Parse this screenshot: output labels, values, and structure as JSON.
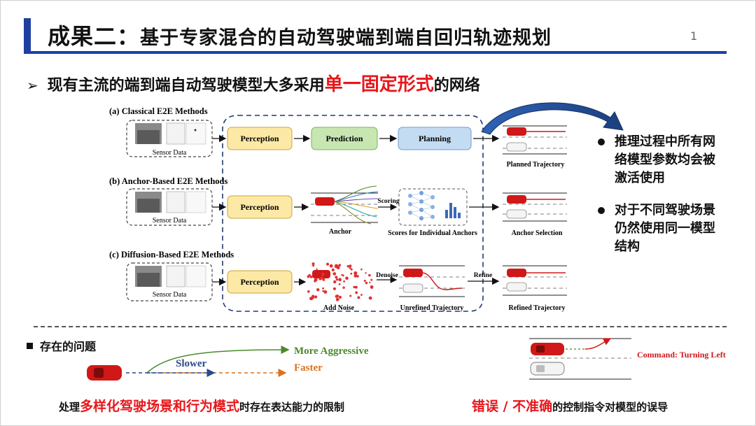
{
  "slide": {
    "title_main": "成果二：",
    "title_sub": "基于专家混合的自动驾驶端到端自回归轨迹规划",
    "page_number": "1",
    "bullet_prefix": "现有主流的端到端自动驾驶模型大多采用",
    "bullet_highlight": "单一固定形式",
    "bullet_suffix": "的网络"
  },
  "figure": {
    "rows": [
      {
        "title": "(a) Classical E2E Methods",
        "sensor_label": "Sensor Data"
      },
      {
        "title": "(b) Anchor-Based E2E Methods",
        "sensor_label": "Sensor Data"
      },
      {
        "title": "(c) Diffusion-Based E2E Methods",
        "sensor_label": "Sensor Data"
      }
    ],
    "boxes": {
      "perception": "Perception",
      "prediction": "Prediction",
      "planning": "Planning"
    },
    "labels": {
      "planned_trajectory": "Planned Trajectory",
      "anchor": "Anchor",
      "scoring": "Scoring",
      "scores": "Scores for Individual Anchors",
      "anchor_selection": "Anchor Selection",
      "add_noise": "Add Noise",
      "denoise": "Denoise",
      "unrefined": "Unrefined Trajectory",
      "refine": "Refine",
      "refined": "Refined Trajectory"
    }
  },
  "side_bullets": [
    {
      "text_1": "推理过程中所有网",
      "text_2": "络模型参数均会被",
      "text_3": "激活使用"
    },
    {
      "text_1": "对于不同驾驶场景",
      "text_2": "仍然使用同一模型",
      "text_3": "结构"
    }
  ],
  "problems": {
    "heading": "存在的问题",
    "more_aggressive": "More Aggressive",
    "slower": "Slower",
    "faster": "Faster",
    "command": "Command: Turning Left",
    "caption_left_prefix": "处理",
    "caption_left_highlight": "多样化驾驶场景和行为模式",
    "caption_left_suffix": "时存在表达能力的限制",
    "caption_right_highlight": "错误 / 不准确",
    "caption_right_suffix": "的控制指令对模型的误导"
  },
  "colors": {
    "accent_blue": "#1f3fa0",
    "highlight_red": "#e8161b",
    "perception_fill": "#fde9a6",
    "prediction_fill": "#c8e6b2",
    "planning_fill": "#c4dcf2",
    "aggressive_green": "#4a8a2a",
    "slower_blue": "#2a4a8a",
    "faster_orange": "#d9731f"
  }
}
